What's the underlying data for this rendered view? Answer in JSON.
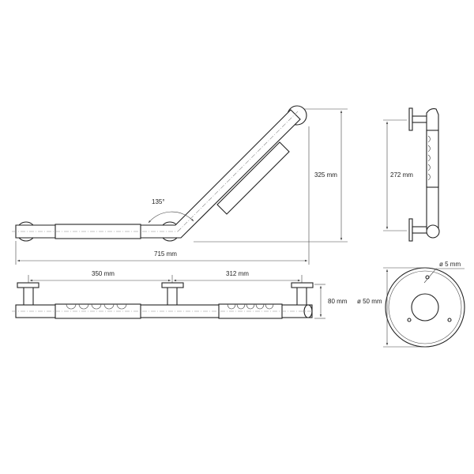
{
  "dimensions": {
    "angle": "135°",
    "height_total": "325 mm",
    "height_side": "272 mm",
    "width_total": "715 mm",
    "spacing_left": "350 mm",
    "spacing_right": "312 mm",
    "depth": "80 mm",
    "rosette_diameter": "ø 50 mm",
    "hole_diameter": "ø 5 mm"
  },
  "colors": {
    "line": "#222222"
  }
}
